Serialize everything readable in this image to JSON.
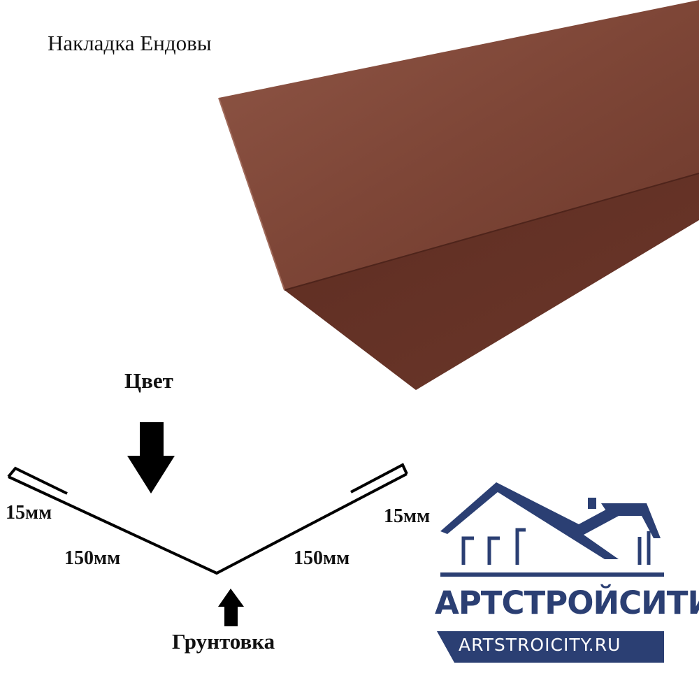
{
  "title": "Накладка Ендовы",
  "labels": {
    "color_side": "Цвет",
    "primer_side": "Грунтовка"
  },
  "dimensions": {
    "left_flange": "15мм",
    "left_wing": "150мм",
    "right_wing": "150мм",
    "right_flange": "15мм"
  },
  "product": {
    "color": "#7a4032"
  },
  "logo": {
    "brand": "АРТСТРОЙСИТИ",
    "site": "ARTSTROICITY.RU",
    "color": "#2b3f73"
  }
}
